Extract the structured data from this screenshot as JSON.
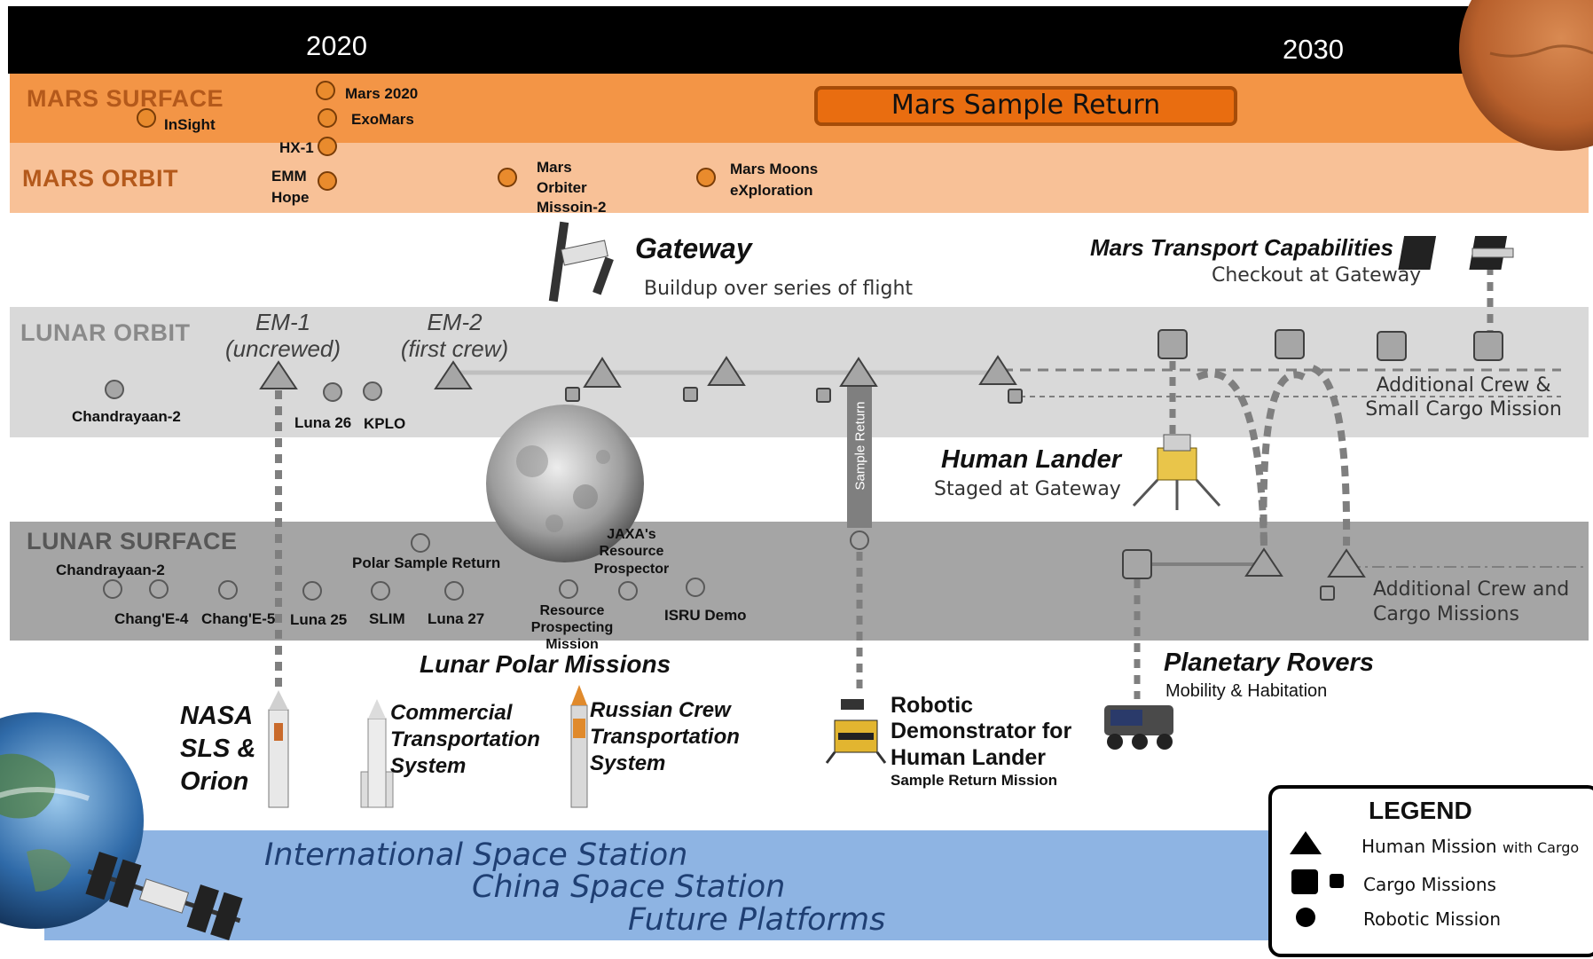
{
  "timeline": {
    "year_start": "2020",
    "year_end": "2030"
  },
  "bands": {
    "mars_surface": "MARS SURFACE",
    "mars_orbit": "MARS ORBIT",
    "lunar_orbit": "LUNAR ORBIT",
    "lunar_surface": "LUNAR SURFACE"
  },
  "mars_surface_missions": {
    "insight": "InSight",
    "mars2020": "Mars 2020",
    "exomars": "ExoMars",
    "sample_return": "Mars Sample Return"
  },
  "mars_orbit_missions": {
    "hx1": "HX-1",
    "emm_hope": [
      "EMM",
      "Hope"
    ],
    "mom2": [
      "Mars",
      "Orbiter",
      "Missoin-2"
    ],
    "mmx": [
      "Mars Moons",
      "eXploration"
    ]
  },
  "gateway": {
    "title": "Gateway",
    "subtitle": "Buildup over series of flight"
  },
  "mars_transport": {
    "title": "Mars Transport Capabilities",
    "subtitle": "Checkout at Gateway"
  },
  "lunar_orbit_missions": {
    "em1": [
      "EM-1",
      "(uncrewed)"
    ],
    "em2": [
      "EM-2",
      "(first crew)"
    ],
    "chandrayaan2": "Chandrayaan-2",
    "luna26": "Luna 26",
    "kplo": "KPLO",
    "additional": [
      "Additional Crew &",
      "Small Cargo Mission"
    ]
  },
  "sample_return_bar": "Sample Return",
  "human_lander": {
    "title": "Human Lander",
    "subtitle": "Staged at Gateway"
  },
  "lunar_surface_missions": {
    "chandrayaan2": "Chandrayaan-2",
    "polar_sample_return": "Polar Sample Return",
    "jaxa": [
      "JAXA's",
      "Resource",
      "Prospector"
    ],
    "change4": "Chang'E-4",
    "change5": "Chang'E-5",
    "luna25": "Luna 25",
    "slim": "SLIM",
    "luna27": "Luna 27",
    "rpm": [
      "Resource",
      "Prospecting",
      "Mission"
    ],
    "isru": "ISRU Demo",
    "additional": [
      "Additional Crew and",
      "Cargo Missions"
    ]
  },
  "lunar_polar_missions": "Lunar Polar Missions",
  "planetary_rovers": {
    "title": "Planetary Rovers",
    "subtitle": "Mobility & Habitation"
  },
  "launch_systems": {
    "sls": [
      "NASA",
      "SLS &",
      "Orion"
    ],
    "commercial": [
      "Commercial",
      "Transportation",
      "System"
    ],
    "russian": [
      "Russian Crew",
      "Transportation",
      "System"
    ]
  },
  "robotic_demo": {
    "lines": [
      "Robotic",
      "Demonstrator for",
      "Human Lander"
    ],
    "sub": "Sample Return Mission"
  },
  "leo": {
    "iss": "International Space Station",
    "css": "China Space Station",
    "future": "Future Platforms"
  },
  "legend": {
    "title": "LEGEND",
    "human": "Human Mission",
    "human_sub": "with Cargo",
    "cargo": "Cargo Missions",
    "robotic": "Robotic Mission"
  },
  "colors": {
    "header": "#000000",
    "mars_surface": "#f39546",
    "mars_orbit": "#f8c197",
    "mars_sample_return": "#e96d10",
    "lunar_orbit": "#d9d9d9",
    "lunar_surface": "#a5a5a5",
    "leo": "#8eb4e3",
    "orange_circle": "#e98b2d",
    "marker_gray": "#a6a6a6"
  }
}
